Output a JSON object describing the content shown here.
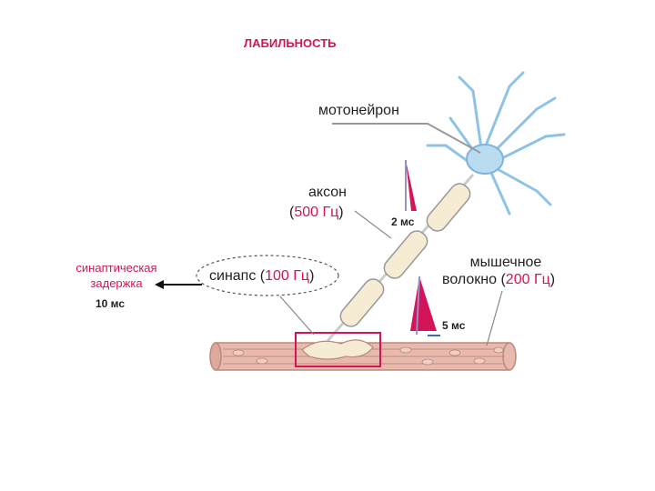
{
  "title": "ЛАБИЛЬНОСТЬ",
  "labels": {
    "motoneuron": "мотонейрон",
    "axon": "аксон",
    "axon_freq_open": "(",
    "axon_freq": "500 Гц",
    "axon_freq_close": ")",
    "synapse": "синапс (",
    "synapse_freq": "100 Гц",
    "synapse_close": ")",
    "muscle_line1": "мышечное",
    "muscle_line2": "волокно (",
    "muscle_freq": "200 Гц",
    "muscle_close": ")",
    "synaptic_delay_line1": "синаптическая",
    "synaptic_delay_line2": "задержка",
    "delay_10": "10 мс",
    "delay_2": "2 мс",
    "delay_5": "5 мс"
  },
  "colors": {
    "accent": "#d4145a",
    "nerve_fill": "#f6ecd3",
    "muscle_fill": "#e8b9ad",
    "neuron_blue": "#8fc3e6"
  }
}
